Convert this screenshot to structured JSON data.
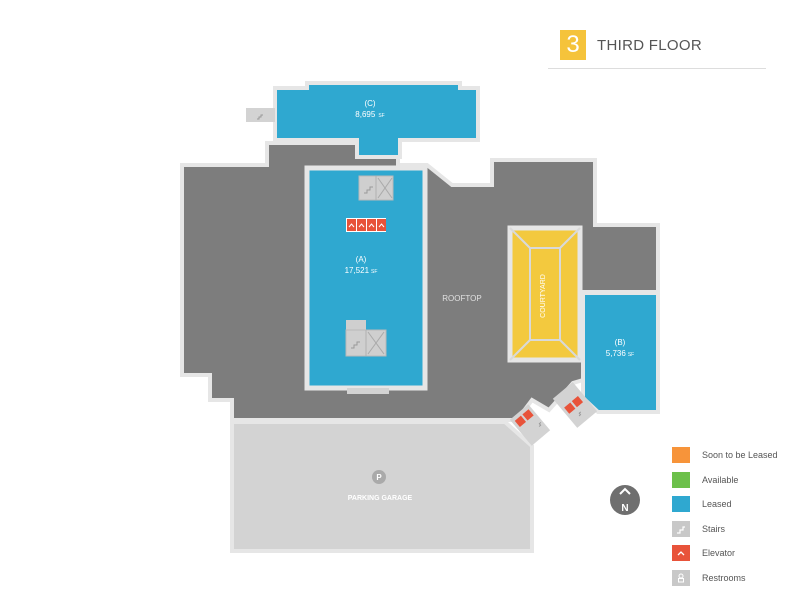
{
  "header": {
    "floor_number": "3",
    "floor_name": "THIRD FLOOR"
  },
  "colors": {
    "soon_to_be_leased": "#f7943a",
    "available": "#6cc04a",
    "leased": "#2fa8d0",
    "stairs": "#c8c8c8",
    "elevator": "#e8533a",
    "restrooms": "#c8c8c8",
    "rooftop": "#7d7d7d",
    "parking": "#d3d3d3",
    "courtyard": "#f3c93e",
    "outline": "#e6e6e6",
    "title_badge": "#f5c33b"
  },
  "map": {
    "suites": [
      {
        "id": "C",
        "label": "(C)",
        "area": "8,695",
        "unit": "SF",
        "status": "Leased"
      },
      {
        "id": "A",
        "label": "(A)",
        "area": "17,521",
        "unit": "SF",
        "status": "Leased"
      },
      {
        "id": "B",
        "label": "(B)",
        "area": "5,736",
        "unit": "SF",
        "status": "Leased"
      }
    ],
    "rooftop_label": "ROOFTOP",
    "courtyard_label": "COURTYARD",
    "parking_label": "PARKING GARAGE",
    "parking_symbol": "P",
    "compass_letter": "N"
  },
  "legend": {
    "items": [
      {
        "label": "Soon to be Leased",
        "icon": "orange-swatch"
      },
      {
        "label": "Available",
        "icon": "green-swatch"
      },
      {
        "label": "Leased",
        "icon": "blue-swatch"
      },
      {
        "label": "Stairs",
        "icon": "stairs-icon"
      },
      {
        "label": "Elevator",
        "icon": "elevator-icon"
      },
      {
        "label": "Restrooms",
        "icon": "restroom-icon"
      }
    ]
  }
}
